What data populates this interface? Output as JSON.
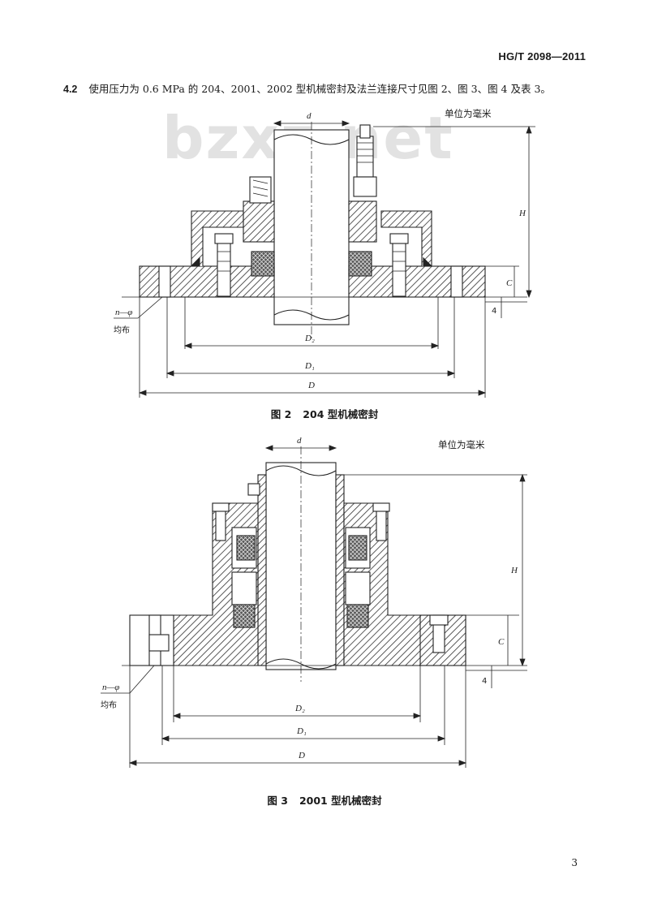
{
  "header": {
    "standard": "HG/T 2098—2011"
  },
  "clause": {
    "number": "4.2",
    "text": "使用压力为 0.6 MPa 的 204、2001、2002 型机械密封及法兰连接尺寸见图 2、图 3、图 4 及表 3。"
  },
  "watermark": "bzxz.net",
  "figure2": {
    "unit_note": "单位为毫米",
    "caption_label": "图 2",
    "caption_text": "204 型机械密封",
    "labels": {
      "d": "d",
      "H": "H",
      "C": "C",
      "four": "4",
      "D2": "D₂",
      "D1": "D₁",
      "D": "D",
      "n_phi": "n—φ",
      "even": "均布"
    }
  },
  "figure3": {
    "unit_note": "单位为毫米",
    "caption_label": "图 3",
    "caption_text": "2001 型机械密封",
    "labels": {
      "d": "d",
      "H": "H",
      "C": "C",
      "four": "4",
      "D2": "D₂",
      "D1": "D₁",
      "D": "D",
      "n_phi": "n—φ",
      "even": "均布"
    }
  },
  "page_number": "3"
}
